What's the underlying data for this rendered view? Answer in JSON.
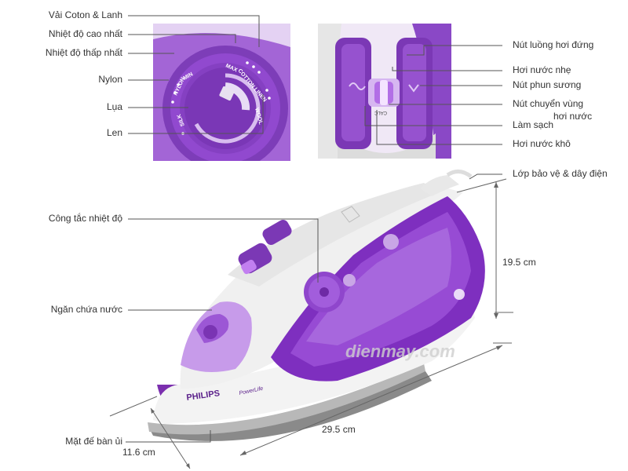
{
  "left_labels": {
    "cotton_linen": "Vải Coton & Lanh",
    "max_temp": "Nhiệt độ cao nhất",
    "min_temp": "Nhiệt độ thấp nhất",
    "nylon": "Nylon",
    "silk": "Lụa",
    "wool": "Len",
    "temp_switch": "Công tắc nhiệt độ",
    "water_tank": "Ngăn chứa nước",
    "soleplate": "Mặt đế bàn ủi"
  },
  "right_labels": {
    "vertical_steam": "Nút luồng hơi đứng",
    "light_steam": "Hơi nước nhẹ",
    "spray": "Nút phun sương",
    "steam_zone": "Nút chuyển vùng",
    "steam_zone_line2": "hơi nước",
    "clean": "Làm sạch",
    "dry_steam": "Hơi nước khô",
    "cord": "Lớp bảo vệ & dây điện"
  },
  "dimensions": {
    "height": "19.5 cm",
    "length": "29.5 cm",
    "width": "11.6 cm"
  },
  "product": {
    "brand": "PHILIPS",
    "model": "PowerLife",
    "watermark": "dienmay.com"
  },
  "dial_marks": {
    "max": "MAX",
    "min": "MIN",
    "cotton_linen": "COTTON LINEN",
    "wool": "WOOL",
    "nylon": "NYLON",
    "silk": "SILK",
    "calc": "CALC"
  },
  "colors": {
    "purple_dark": "#6b2f9e",
    "purple": "#8b45c4",
    "purple_light": "#b27fdc",
    "purple_pale": "#d8bdef",
    "white_body": "#f2f2f2",
    "line": "#555555"
  }
}
